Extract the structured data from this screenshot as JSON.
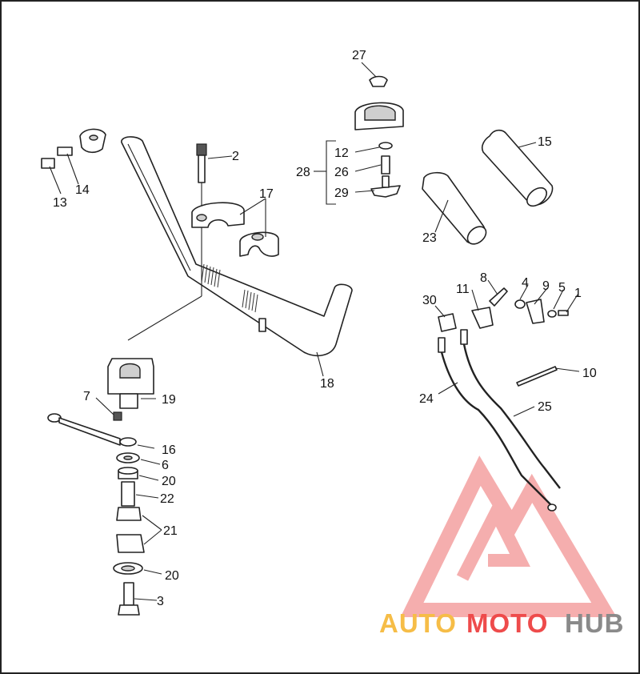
{
  "callouts": [
    "1",
    "2",
    "3",
    "4",
    "5",
    "6",
    "7",
    "8",
    "9",
    "10",
    "11",
    "12",
    "13",
    "14",
    "15",
    "16",
    "17",
    "18",
    "19",
    "20",
    "20",
    "21",
    "22",
    "23",
    "24",
    "25",
    "26",
    "27",
    "28",
    "29",
    "30"
  ],
  "watermark": {
    "part1": "AUTO",
    "part2": "MOTO",
    "part3": "HUB",
    "colors": {
      "auto": "#f6bd47",
      "moto": "#ee4b4b",
      "hub": "#8a8a8a",
      "logo": "#f08080"
    }
  }
}
